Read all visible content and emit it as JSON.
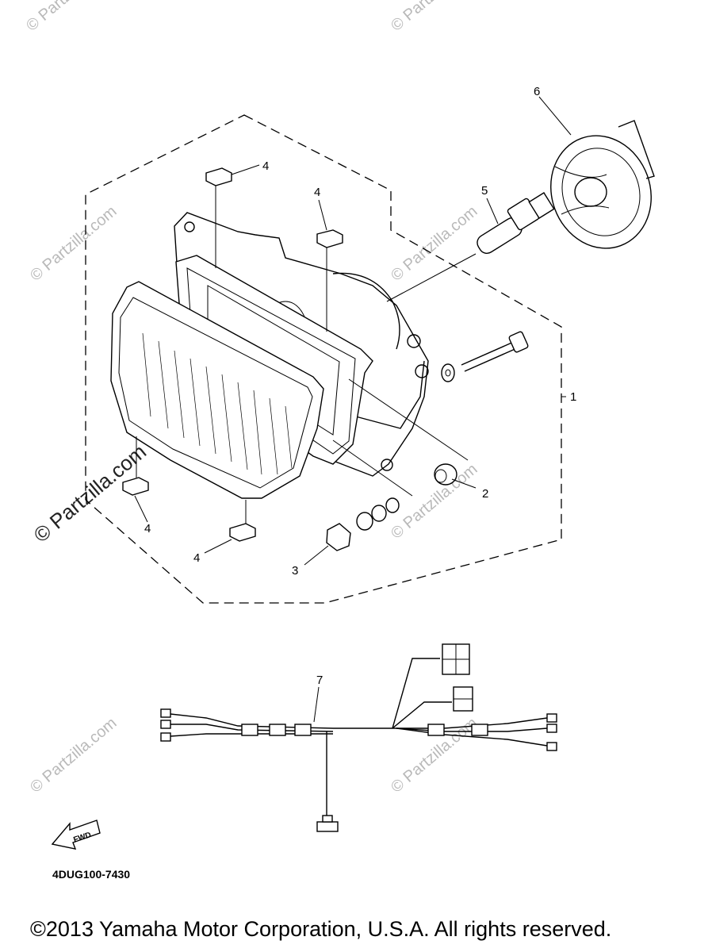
{
  "diagram": {
    "callouts": [
      {
        "id": "part-1",
        "label": "1"
      },
      {
        "id": "part-2",
        "label": "2"
      },
      {
        "id": "part-3",
        "label": "3"
      },
      {
        "id": "part-4a",
        "label": "4"
      },
      {
        "id": "part-4b",
        "label": "4"
      },
      {
        "id": "part-4c",
        "label": "4"
      },
      {
        "id": "part-4d",
        "label": "4"
      },
      {
        "id": "part-5",
        "label": "5"
      },
      {
        "id": "part-6",
        "label": "6"
      },
      {
        "id": "part-7",
        "label": "7"
      }
    ],
    "fwd_label": "FWD",
    "diagram_code": "4DUG100-7430",
    "watermark": "© Partzilla.com",
    "copyright": "©2013  Yamaha Motor Corporation, U.S.A. All rights reserved."
  }
}
